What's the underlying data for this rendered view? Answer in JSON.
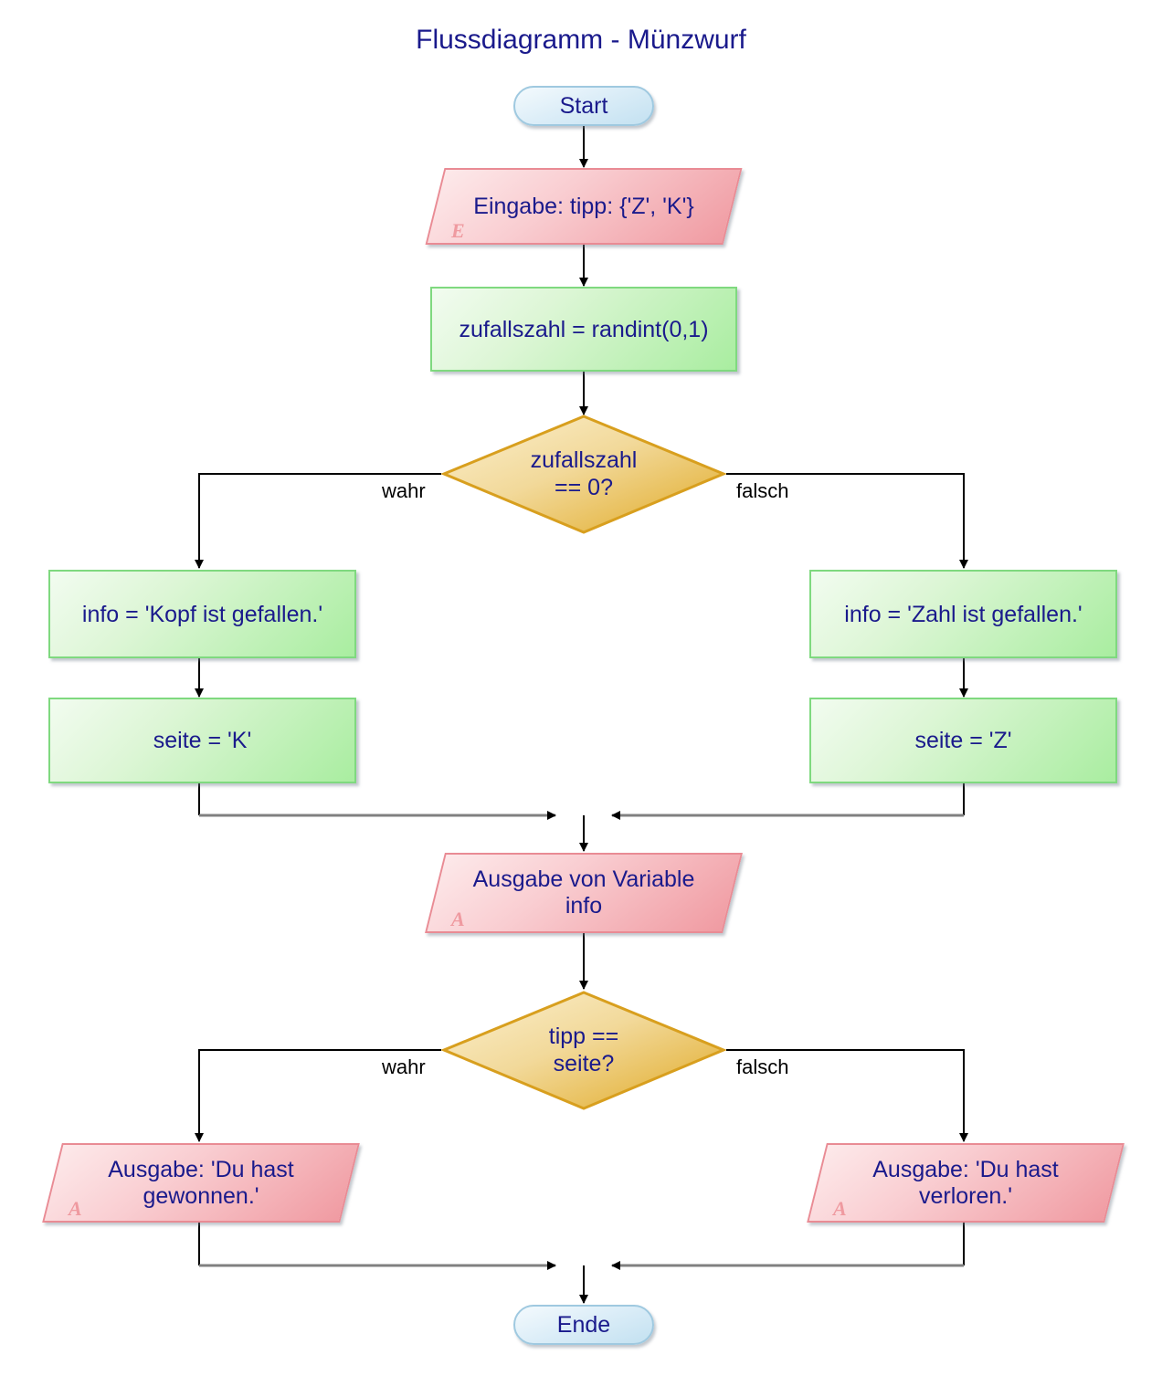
{
  "diagram": {
    "title": "Flussdiagramm - Münzwurf",
    "language": "de",
    "colors": {
      "text": "#1a1a8c",
      "label_text": "#000000",
      "terminal_fill": "#c3e1f1",
      "terminal_border": "#9fc9e0",
      "process_fill": "#a9eda0",
      "process_border": "#7fd97f",
      "io_fill": "#f09ba2",
      "io_border": "#e98b94",
      "io_marker": "#ef9aa0",
      "decision_fill": "#e9b63c",
      "decision_border": "#d89f1e",
      "edge_black": "#000000",
      "edge_gray": "#808080",
      "background": "#ffffff"
    }
  },
  "nodes": {
    "start": {
      "label": "Start",
      "type": "terminal"
    },
    "input_tipp": {
      "label": "Eingabe: tipp: {'Z', 'K'}",
      "type": "io",
      "marker": "E"
    },
    "randint": {
      "label": "zufallszahl = randint(0,1)",
      "type": "process"
    },
    "decision1": {
      "line1": "zufallszahl",
      "line2": "== 0?",
      "type": "decision",
      "true_label": "wahr",
      "false_label": "falsch"
    },
    "info_kopf": {
      "label": "info = 'Kopf ist gefallen.'",
      "type": "process"
    },
    "info_zahl": {
      "label": "info = 'Zahl ist gefallen.'",
      "type": "process"
    },
    "seite_k": {
      "label": "seite = 'K'",
      "type": "process"
    },
    "seite_z": {
      "label": "seite = 'Z'",
      "type": "process"
    },
    "output_info": {
      "line1": "Ausgabe von Variable",
      "line2": "info",
      "type": "io",
      "marker": "A"
    },
    "decision2": {
      "line1": "tipp ==",
      "line2": "seite?",
      "type": "decision",
      "true_label": "wahr",
      "false_label": "falsch"
    },
    "output_win": {
      "line1": "Ausgabe: 'Du hast",
      "line2": "gewonnen.'",
      "type": "io",
      "marker": "A"
    },
    "output_lose": {
      "line1": "Ausgabe: 'Du hast",
      "line2": "verloren.'",
      "type": "io",
      "marker": "A"
    },
    "end": {
      "label": "Ende",
      "type": "terminal"
    }
  },
  "branch_labels": {
    "d1_true": "wahr",
    "d1_false": "falsch",
    "d2_true": "wahr",
    "d2_false": "falsch"
  }
}
